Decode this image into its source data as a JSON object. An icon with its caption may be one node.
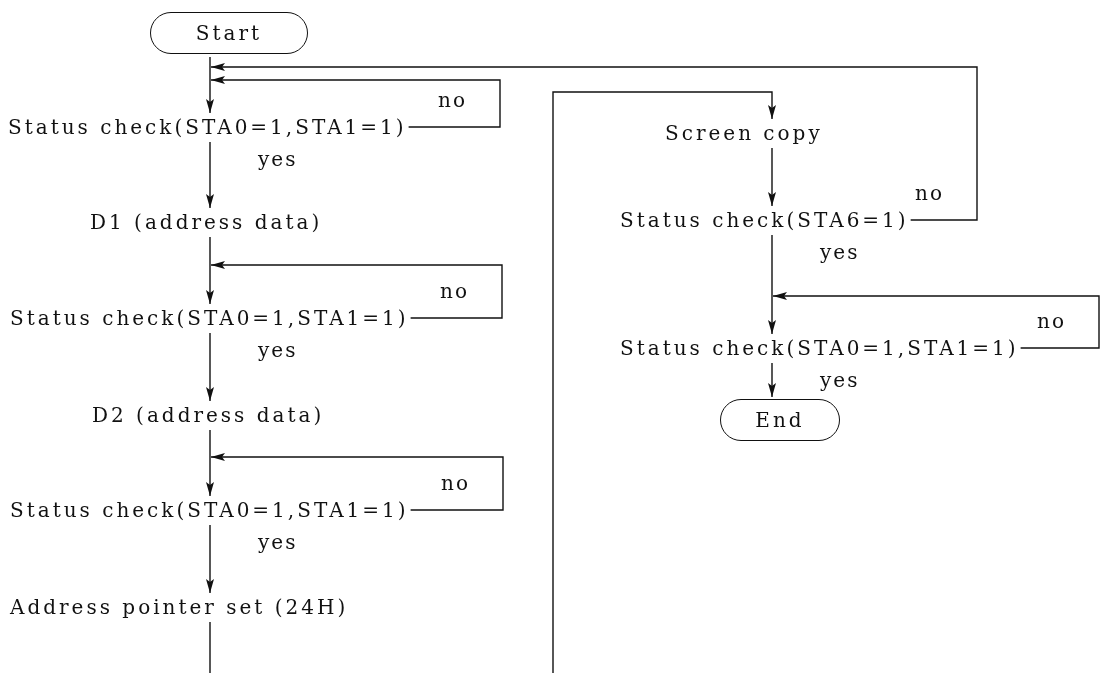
{
  "diagram": {
    "nodes": [
      {
        "text": [
          "Start"
        ]
      },
      {
        "text": [
          "Status check(STA0=1,STA1=1)"
        ]
      },
      {
        "text": [
          "D1 (address data)"
        ]
      },
      {
        "text": [
          "Status check(STA0=1,STA1=1)"
        ]
      },
      {
        "text": [
          "D2 (address data)"
        ]
      },
      {
        "text": [
          "Status check(STA0=1,STA1=1)"
        ]
      },
      {
        "text": [
          "Address pointer set (24H)"
        ]
      },
      {
        "text": [
          "Screen copy"
        ]
      },
      {
        "text": [
          "Status check(STA6=1)"
        ]
      },
      {
        "text": [
          "Status check(STA0=1,STA1=1)"
        ]
      },
      {
        "text": [
          "End"
        ]
      }
    ],
    "edges": [
      {
        "from": 0,
        "to": 1,
        "arrow": "to"
      },
      {
        "from": 1,
        "to": 1,
        "arrow": "to",
        "label": "no"
      },
      {
        "from": 1,
        "to": 2,
        "arrow": "to",
        "label": "yes"
      },
      {
        "from": 2,
        "to": 3,
        "arrow": "to"
      },
      {
        "from": 3,
        "to": 3,
        "arrow": "to",
        "label": "no"
      },
      {
        "from": 3,
        "to": 4,
        "arrow": "to",
        "label": "yes"
      },
      {
        "from": 4,
        "to": 5,
        "arrow": "to"
      },
      {
        "from": 5,
        "to": 5,
        "arrow": "to",
        "label": "no"
      },
      {
        "from": 5,
        "to": 6,
        "arrow": "to",
        "label": "yes"
      },
      {
        "from": 6,
        "to": null,
        "arrow": "none"
      },
      {
        "from": null,
        "to": 7,
        "arrow": "to"
      },
      {
        "from": 7,
        "to": 8,
        "arrow": "to"
      },
      {
        "from": 8,
        "to": 1,
        "arrow": "to",
        "label": "no"
      },
      {
        "from": 8,
        "to": 9,
        "arrow": "to",
        "label": "yes"
      },
      {
        "from": 9,
        "to": 9,
        "arrow": "to",
        "label": "no"
      },
      {
        "from": 9,
        "to": 10,
        "arrow": "to",
        "label": "yes"
      }
    ]
  }
}
